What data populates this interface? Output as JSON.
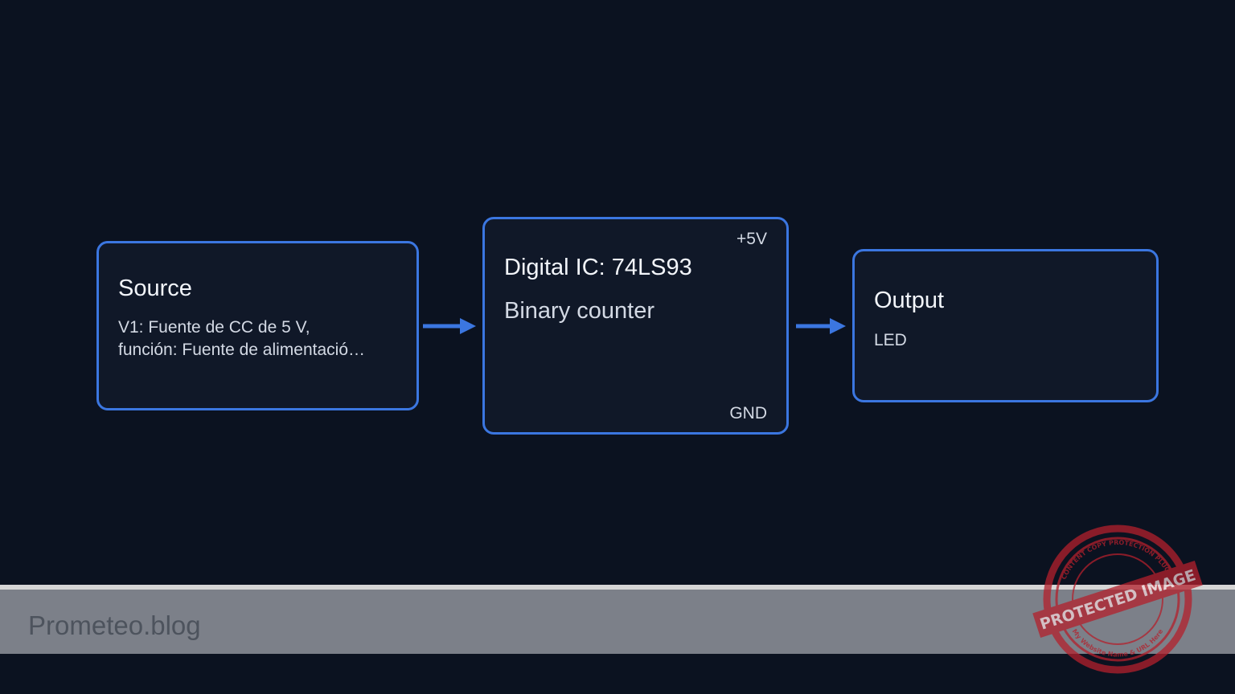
{
  "diagram": {
    "source": {
      "title": "Source",
      "lines": [
        "V1: Fuente de CC de 5 V,",
        "función: Fuente de alimentació…"
      ]
    },
    "ic": {
      "title": "Digital IC: 74LS93",
      "subtitle": "Binary counter",
      "pin_top": "+5V",
      "pin_bottom": "GND"
    },
    "output": {
      "title": "Output",
      "subtitle": "LED"
    },
    "colors": {
      "background": "#0b1220",
      "block_fill": "#101828",
      "block_border": "#3b76e0",
      "arrow": "#3b76e0"
    }
  },
  "footer": {
    "brand": "Prometeo.blog"
  },
  "watermark": {
    "main": "PROTECTED IMAGE",
    "ring_top": "CONTENT COPY PROTECTION PLUGIN",
    "ring_bottom": "My Website Name & URL Here",
    "color": "#b3202c"
  }
}
